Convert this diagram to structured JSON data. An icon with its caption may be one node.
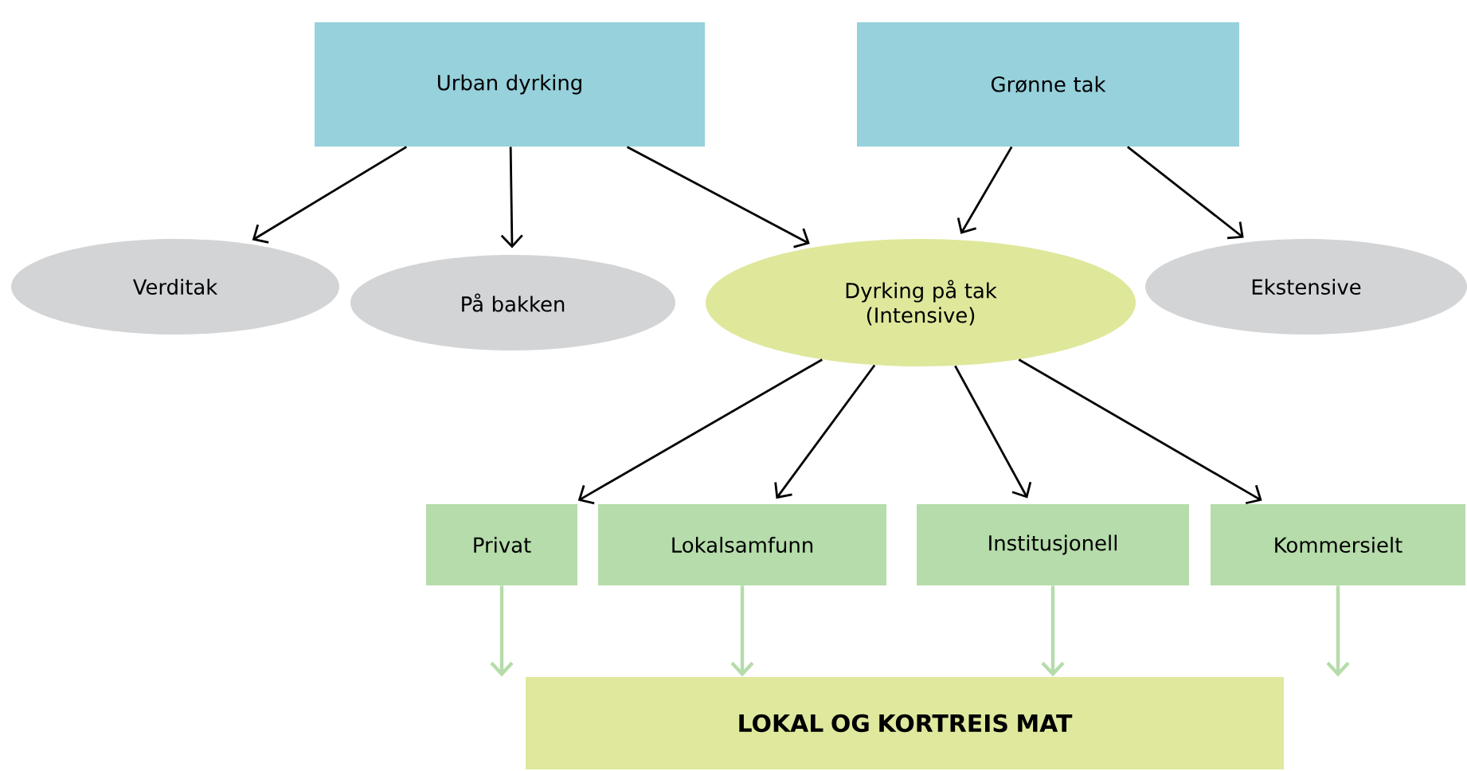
{
  "diagram": {
    "nodes": [
      {
        "text": [
          "Urban dyrking"
        ]
      },
      {
        "text": [
          "Grønne tak"
        ]
      },
      {
        "text": [
          "Verditak"
        ]
      },
      {
        "text": [
          "På bakken"
        ]
      },
      {
        "text": [
          "Dyrking på tak (Intensive)"
        ]
      },
      {
        "text": [
          "Ekstensive"
        ]
      },
      {
        "text": [
          "Privat"
        ]
      },
      {
        "text": [
          "Lokalsamfunn"
        ]
      },
      {
        "text": [
          "Institusjonell"
        ]
      },
      {
        "text": [
          "Kommersielt"
        ]
      },
      {
        "text": [
          "LOKAL OG KORTREIS MAT"
        ]
      }
    ],
    "edges": [
      {
        "from": 0,
        "to": 2,
        "arrow": "to"
      },
      {
        "from": 0,
        "to": 3,
        "arrow": "to"
      },
      {
        "from": 0,
        "to": 4,
        "arrow": "to"
      },
      {
        "from": 1,
        "to": 4,
        "arrow": "to"
      },
      {
        "from": 1,
        "to": 5,
        "arrow": "to"
      },
      {
        "from": 4,
        "to": 6,
        "arrow": "to"
      },
      {
        "from": 4,
        "to": 7,
        "arrow": "to"
      },
      {
        "from": 4,
        "to": 8,
        "arrow": "to"
      },
      {
        "from": 4,
        "to": 9,
        "arrow": "to"
      },
      {
        "from": 6,
        "to": 10,
        "arrow": "to",
        "color": "#b5dcaa"
      },
      {
        "from": 7,
        "to": 10,
        "arrow": "to",
        "color": "#b5dcaa"
      },
      {
        "from": 8,
        "to": 10,
        "arrow": "to",
        "color": "#b5dcaa"
      },
      {
        "from": 9,
        "to": 10,
        "arrow": "to",
        "color": "#b5dcaa"
      }
    ]
  }
}
